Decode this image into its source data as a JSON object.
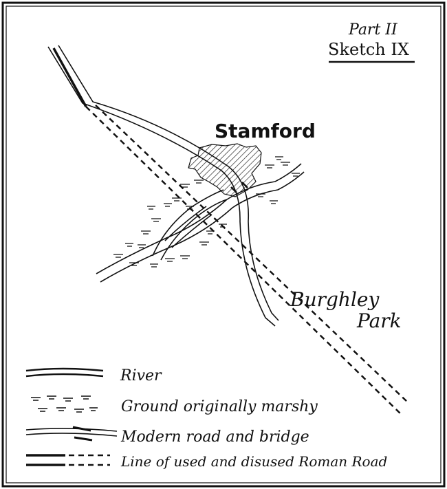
{
  "header": {
    "part": "Part II",
    "sketch": "Sketch IX"
  },
  "places": {
    "town": "Stamford",
    "park_line1": "Burghley",
    "park_line2": "Park"
  },
  "legend": {
    "river": "River",
    "marsh": "Ground originally marshy",
    "road": "Modern road and bridge",
    "roman": "Line of used and disused Roman Road"
  },
  "colors": {
    "ink": "#111111",
    "paper": "#ffffff"
  }
}
